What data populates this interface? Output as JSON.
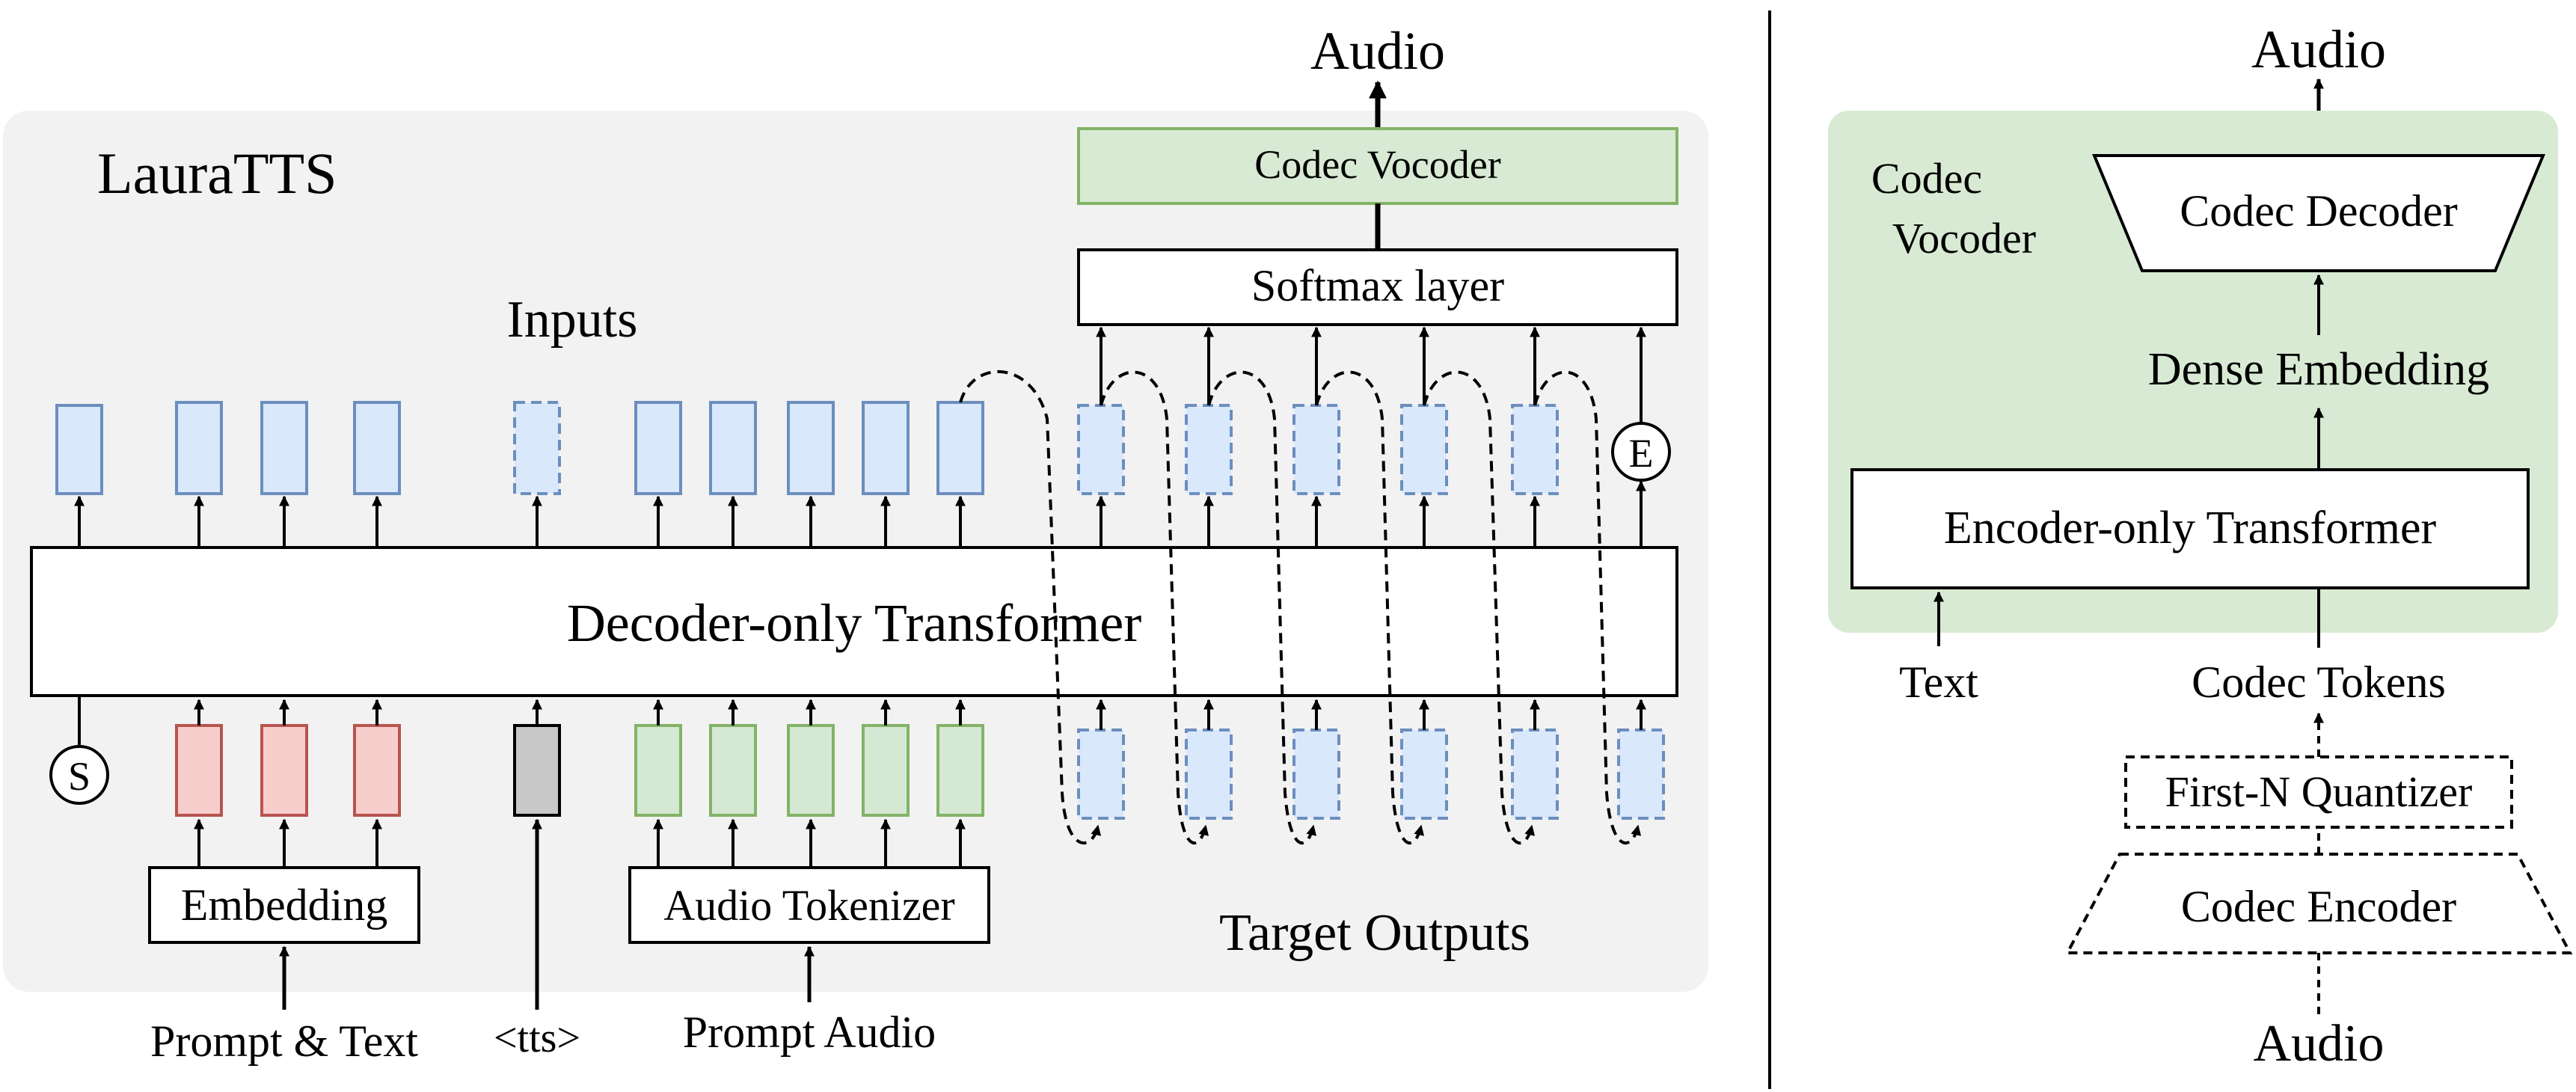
{
  "left_panel": {
    "title": "LauraTTS",
    "inputs_label": "Inputs",
    "target_outputs_label": "Target Outputs",
    "transformer_label": "Decoder-only Transformer",
    "softmax_label": "Softmax layer",
    "vocoder_label": "Codec Vocoder",
    "audio_out_label": "Audio",
    "embedding_label": "Embedding",
    "audio_tokenizer_label": "Audio Tokenizer",
    "prompt_text_label": "Prompt & Text",
    "tts_label": "<tts>",
    "prompt_audio_label": "Prompt Audio",
    "start_token": "S",
    "end_token": "E"
  },
  "right_panel": {
    "audio_top_label": "Audio",
    "vocoder_label_line1": "Codec",
    "vocoder_label_line2": "Vocoder",
    "codec_decoder_label": "Codec Decoder",
    "dense_embedding_label": "Dense Embedding",
    "encoder_transformer_label": "Encoder-only Transformer",
    "text_label": "Text",
    "codec_tokens_label": "Codec Tokens",
    "quantizer_label": "First-N Quantizer",
    "codec_encoder_label": "Codec Encoder",
    "audio_bottom_label": "Audio"
  },
  "colors": {
    "panel_bg": "#f2f2f2",
    "vocoder_green_fill": "#d8ead3",
    "vocoder_green_stroke": "#82b366",
    "blue_fill": "#dae8fc",
    "blue_stroke": "#6c8ebf",
    "red_fill": "#f8cecc",
    "red_stroke": "#b85450",
    "green_fill": "#d5e8d4",
    "green_stroke": "#82b366",
    "gray_fill": "#c8c8c8"
  }
}
